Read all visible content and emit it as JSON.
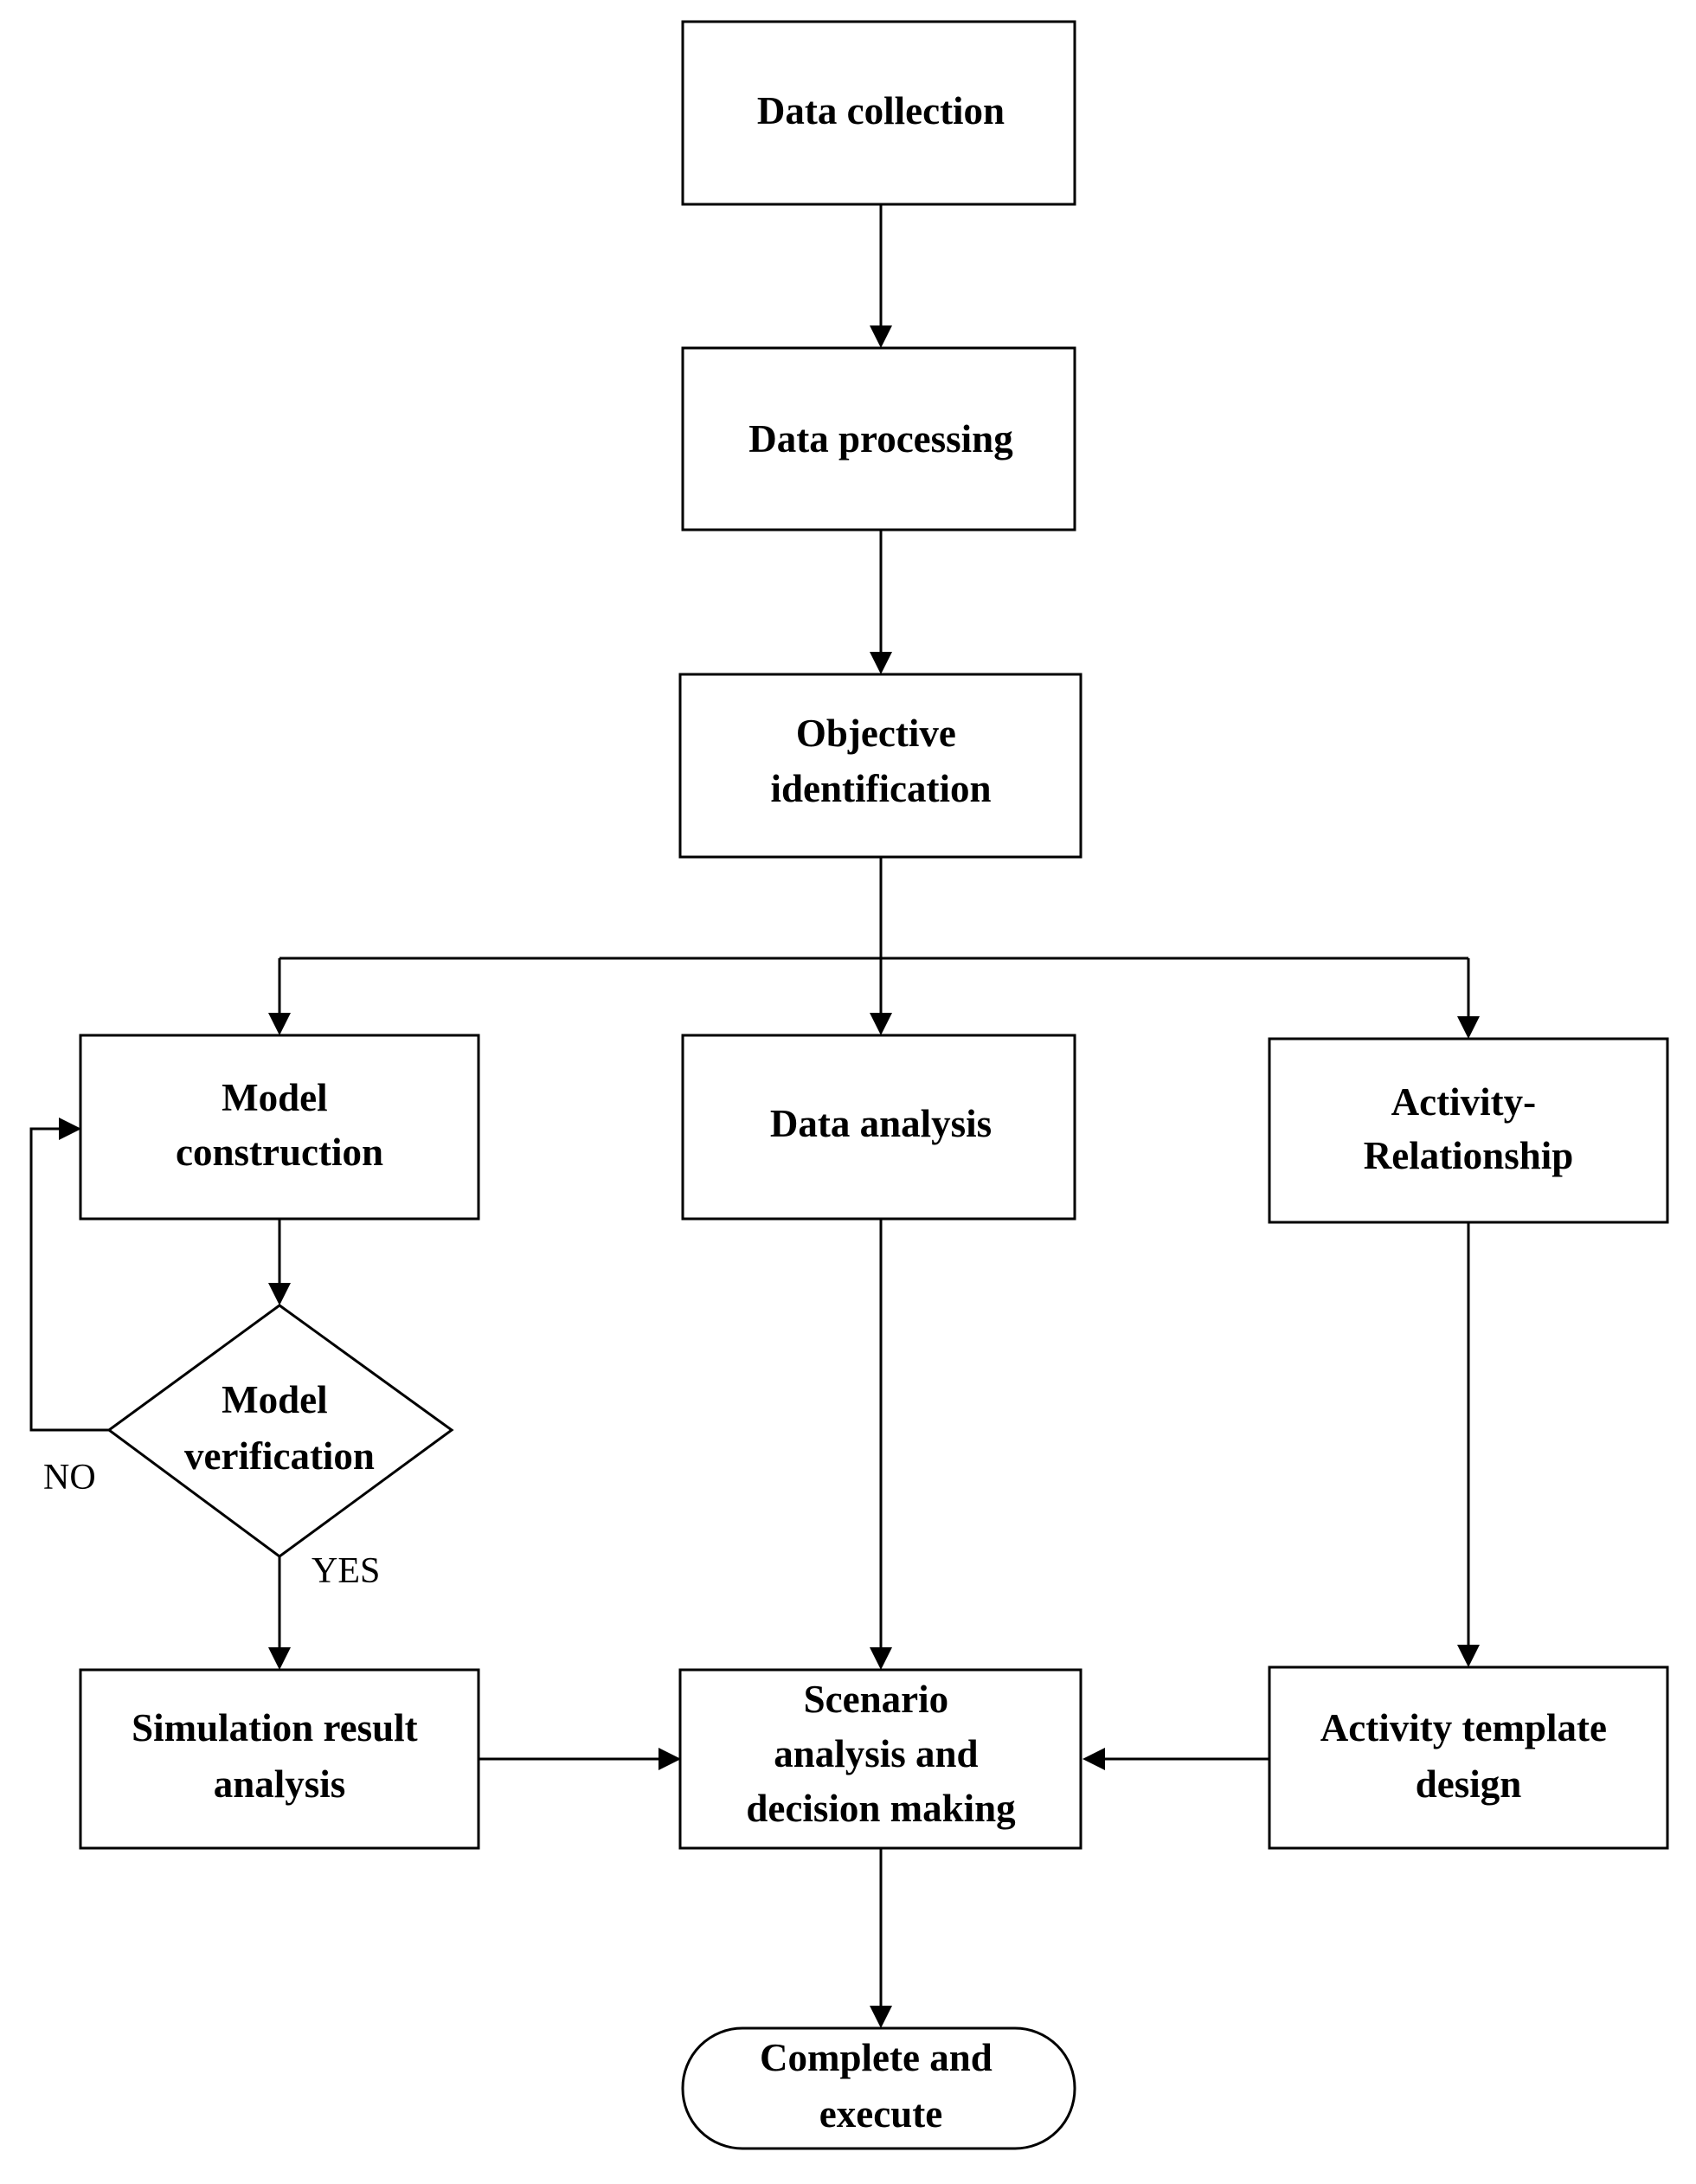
{
  "diagram": {
    "nodes": {
      "data_collection": {
        "lines": [
          "Data collection"
        ]
      },
      "data_processing": {
        "lines": [
          "Data processing"
        ]
      },
      "objective_identification": {
        "lines": [
          "Objective",
          "identification"
        ]
      },
      "model_construction": {
        "lines": [
          "Model",
          "construction"
        ]
      },
      "data_analysis": {
        "lines": [
          "Data analysis"
        ]
      },
      "activity_relationship": {
        "lines": [
          "Activity-",
          "Relationship"
        ]
      },
      "model_verification": {
        "lines": [
          "Model",
          "verification"
        ]
      },
      "simulation_result_analysis": {
        "lines": [
          "Simulation result",
          "analysis"
        ]
      },
      "scenario_analysis": {
        "lines": [
          "Scenario",
          "analysis and",
          "decision making"
        ]
      },
      "activity_template_design": {
        "lines": [
          "Activity template",
          "design"
        ]
      },
      "complete_and_execute": {
        "lines": [
          "Complete and",
          "execute"
        ]
      }
    },
    "edge_labels": {
      "no": "NO",
      "yes": "YES"
    }
  }
}
